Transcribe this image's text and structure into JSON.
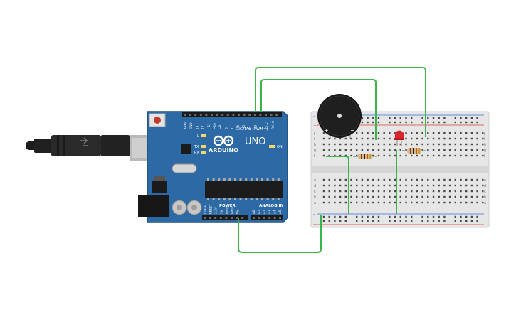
{
  "arduino": {
    "brand": "ARDUINO",
    "model": "UNO",
    "digital_header": "DIGITAL (PWM~)",
    "power_label": "POWER",
    "analog_label": "ANALOG IN",
    "on_label": "ON",
    "l_label": "L",
    "tx_label": "TX",
    "rx_label": "RX",
    "top_pins": [
      "AREF",
      "GND",
      "13",
      "12",
      "~11",
      "~10",
      "~9",
      "8",
      "7",
      "~6",
      "~5",
      "4",
      "~3",
      "2",
      "TX→1",
      "RX←0"
    ],
    "power_pins": [
      "IOREF",
      "RESET",
      "3.3V",
      "5V",
      "GND",
      "GND",
      "Vin"
    ],
    "analog_pins": [
      "A0",
      "A1",
      "A2",
      "A3",
      "A4",
      "A5"
    ]
  },
  "buzzer": {
    "plus": "+",
    "minus": "−"
  },
  "breadboard": {
    "columns": 30,
    "row_letters_top": [
      "j",
      "i",
      "h",
      "g",
      "f"
    ],
    "row_letters_bottom": [
      "e",
      "d",
      "c",
      "b",
      "a"
    ],
    "rail_plus": "+",
    "rail_minus": "-"
  },
  "colors": {
    "board": "#2d6aa5",
    "board_edge": "#1f4f7d",
    "wire": "#39b54a",
    "breadboard": "#e6e6e6",
    "rail_red": "#d83b3b",
    "rail_blue": "#3b6fd8",
    "led": "#d9262c"
  }
}
